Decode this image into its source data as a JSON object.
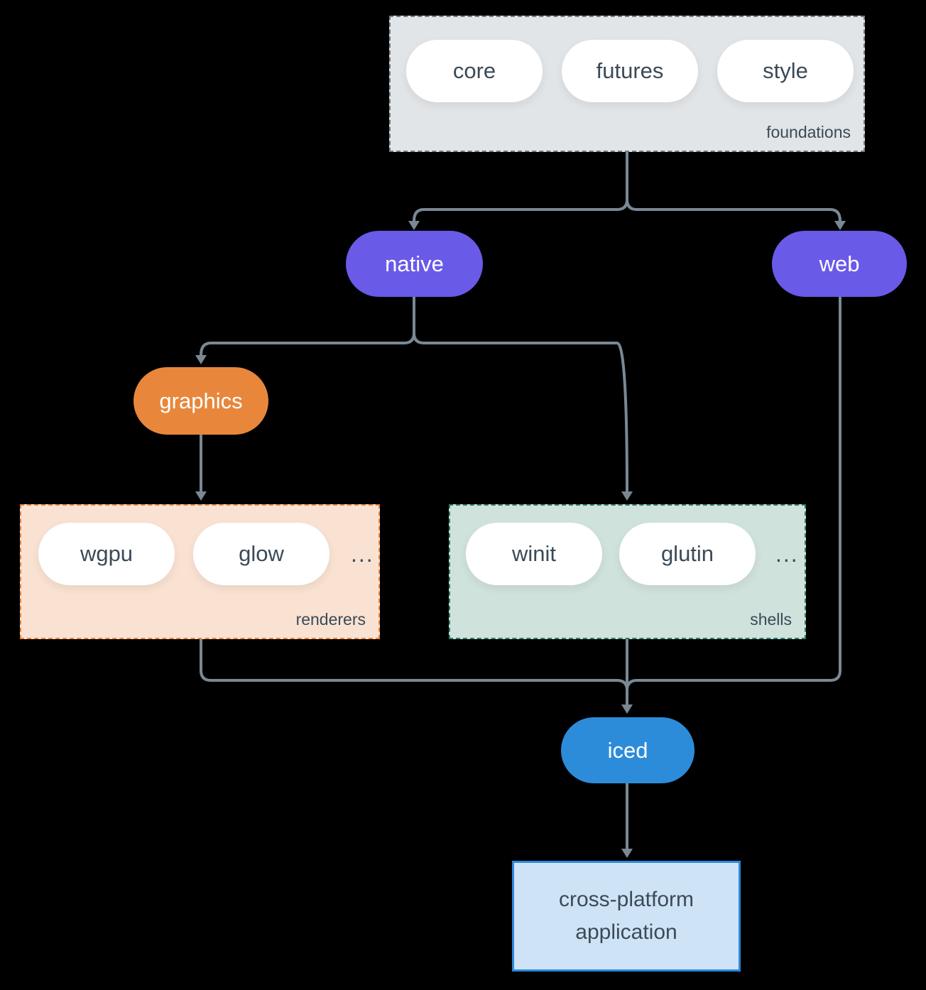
{
  "colors": {
    "bg": "#000000",
    "line": "#7a8894",
    "text-dark": "#3b4a57",
    "text-light": "#ffffff",
    "purple": "#6a5ae8",
    "orange": "#e8873c",
    "blue": "#2d8cda",
    "pill-fill": "#ffffff",
    "foundations-fill": "#e1e5e8",
    "foundations-border": "#6e7c87",
    "renderers-fill": "#f9e2d2",
    "renderers-border": "#e8873c",
    "shells-fill": "#d0e2dc",
    "shells-border": "#2e7d6e",
    "app-fill": "#cfe3f7",
    "app-border": "#2d87d8"
  },
  "diagram": {
    "foundations": {
      "label": "foundations",
      "items": [
        "core",
        "futures",
        "style"
      ]
    },
    "native": {
      "label": "native"
    },
    "web": {
      "label": "web"
    },
    "graphics": {
      "label": "graphics"
    },
    "renderers": {
      "label": "renderers",
      "items": [
        "wgpu",
        "glow"
      ],
      "more": "..."
    },
    "shells": {
      "label": "shells",
      "items": [
        "winit",
        "glutin"
      ],
      "more": "..."
    },
    "iced": {
      "label": "iced"
    },
    "application": {
      "label": "cross-platform application"
    }
  }
}
